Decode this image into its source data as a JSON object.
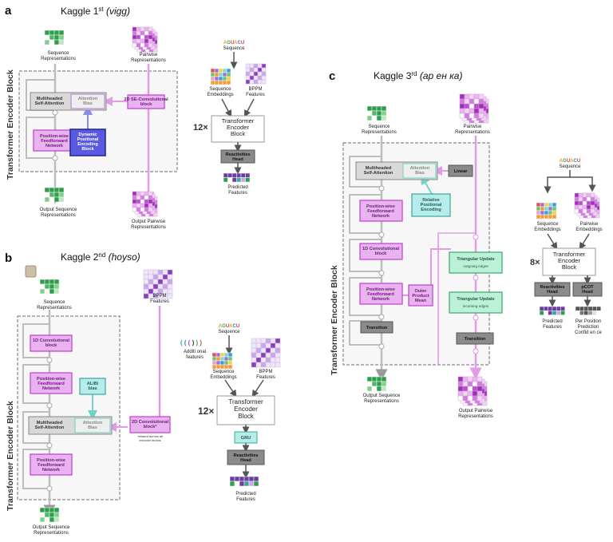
{
  "panels": {
    "a": {
      "letter": "a",
      "title_main": "Kaggle 1",
      "title_sup": "st",
      "title_paren": "(vigg)",
      "block_label": "Transformer Encoder Block",
      "seq_rep": [
        "Sequence",
        "Representations"
      ],
      "pair_rep": [
        "Pairwise",
        "Representations"
      ],
      "mhsa": [
        "Multiheaded",
        "Self-Attention"
      ],
      "attn_bias": [
        "Attention",
        "Bias"
      ],
      "conv2d": "2D SE-Convolutional",
      "conv2d_b": "block",
      "ffn": [
        "Position-wise",
        "Feedforward",
        "Network"
      ],
      "dpe": [
        "Dynamic",
        "Positional",
        "Encoding",
        "Block"
      ],
      "out_seq": [
        "Output Sequence",
        "Representations"
      ],
      "out_pair": [
        "Output Pairwise",
        "Representations"
      ],
      "seq_letters": [
        "A",
        "G",
        "U",
        "A",
        "C",
        "U"
      ],
      "sequence": "Sequence",
      "seq_emb": [
        "Sequence",
        "Embeddings"
      ],
      "bppm": [
        "BPPM",
        "Features"
      ],
      "repeat": "12×",
      "encoder": [
        "Transformer",
        "Encoder",
        "Block"
      ],
      "head": [
        "Reactivities",
        "Head"
      ],
      "pred": [
        "Predicted",
        "Features"
      ]
    },
    "b": {
      "letter": "b",
      "title_main": "Kaggle 2",
      "title_sup": "nd",
      "title_paren": "(hoyso)",
      "block_label": "Transformer Encoder Block",
      "seq_rep": [
        "Sequence",
        "Representations"
      ],
      "bppm": [
        "BPPM",
        "Features"
      ],
      "conv1d": [
        "1D Convolutional",
        "block"
      ],
      "ffn": [
        "Position-wise",
        "Feedforward",
        "Network"
      ],
      "alibi": [
        "ALiBi",
        "bias"
      ],
      "mhsa": [
        "Multiheaded",
        "Self-Attention"
      ],
      "attn_bias": [
        "Attention",
        "Bias"
      ],
      "conv2d": [
        "2D Convolutional",
        "block*"
      ],
      "shared_note": [
        "*shared across all",
        "encoder blocks"
      ],
      "ffn2": [
        "Position-wise",
        "Feedforward",
        "Network"
      ],
      "out_seq": [
        "Output Sequence",
        "Representations"
      ],
      "seq_letters": [
        "A",
        "G",
        "U",
        "A",
        "C",
        "U"
      ],
      "sequence": "Sequence",
      "additional": [
        "Additi onal",
        "features"
      ],
      "seq_emb": [
        "Sequence",
        "Embeddings"
      ],
      "bppm2": [
        "BPPM",
        "Features"
      ],
      "repeat": "12×",
      "encoder": [
        "Transformer",
        "Encoder",
        "Block"
      ],
      "gru": "GRU",
      "head": [
        "Reactivities",
        "Head"
      ],
      "pred": [
        "Predicted",
        "Features"
      ]
    },
    "c": {
      "letter": "c",
      "title_main": "Kaggle 3",
      "title_sup": "rd",
      "title_paren": "(ар ен ка)",
      "block_label": "Transformer Encoder Block",
      "seq_rep": [
        "Sequence",
        "Representations"
      ],
      "pair_rep": [
        "Pairwise",
        "Representations"
      ],
      "mhsa": [
        "Multiheaded",
        "Self-Attention"
      ],
      "attn_bias": [
        "Attention",
        "Bias"
      ],
      "linear": "Linear",
      "rpe": [
        "Relative",
        "Positional",
        "Encoding"
      ],
      "ffn": [
        "Position-wise",
        "Feedforward",
        "Network"
      ],
      "conv1d": [
        "1D Convolutional",
        "block"
      ],
      "tri_out": [
        "Triangular Update",
        "outgoing edges"
      ],
      "ffn2": [
        "Position-wise",
        "Feedforward",
        "Network"
      ],
      "opm": [
        "Outer",
        "Product",
        "Mean"
      ],
      "tri_in": [
        "Triangular Update",
        "incoming edges"
      ],
      "transition": "Transition",
      "transition2": "Transition",
      "out_seq": [
        "Output Sequence",
        "Representations"
      ],
      "out_pair": [
        "Output Pairwise",
        "Representations"
      ],
      "seq_letters": [
        "A",
        "G",
        "U",
        "A",
        "C",
        "U"
      ],
      "sequence": "Sequence",
      "seq_emb": [
        "Sequence",
        "Embeddings"
      ],
      "pair_emb": [
        "Pairwise",
        "Embeddings"
      ],
      "repeat": "8×",
      "encoder": [
        "Transformer",
        "Encoder",
        "Block"
      ],
      "head": [
        "Reactivities",
        "Head"
      ],
      "pcot": [
        "pCOT",
        "Head"
      ],
      "pred": [
        "Predicted",
        "Features"
      ],
      "ppc": [
        "Per Position",
        "Prediction",
        "Confid en ce"
      ]
    }
  },
  "colors": {
    "magenta_fill": "#e9b3f0",
    "magenta_stroke": "#c03fd0",
    "blue_fill": "#4f4fd8",
    "teal_fill": "#b6ecea",
    "mint_fill": "#bdf0d9",
    "gray_fill": "#8b8b8b",
    "pink_line": "#e39be8",
    "gray_line": "#bdbdbd",
    "letter_A": "#f0a020",
    "letter_G": "#3fa14a",
    "letter_U": "#d04040",
    "letter_C": "#3a7fd0"
  }
}
